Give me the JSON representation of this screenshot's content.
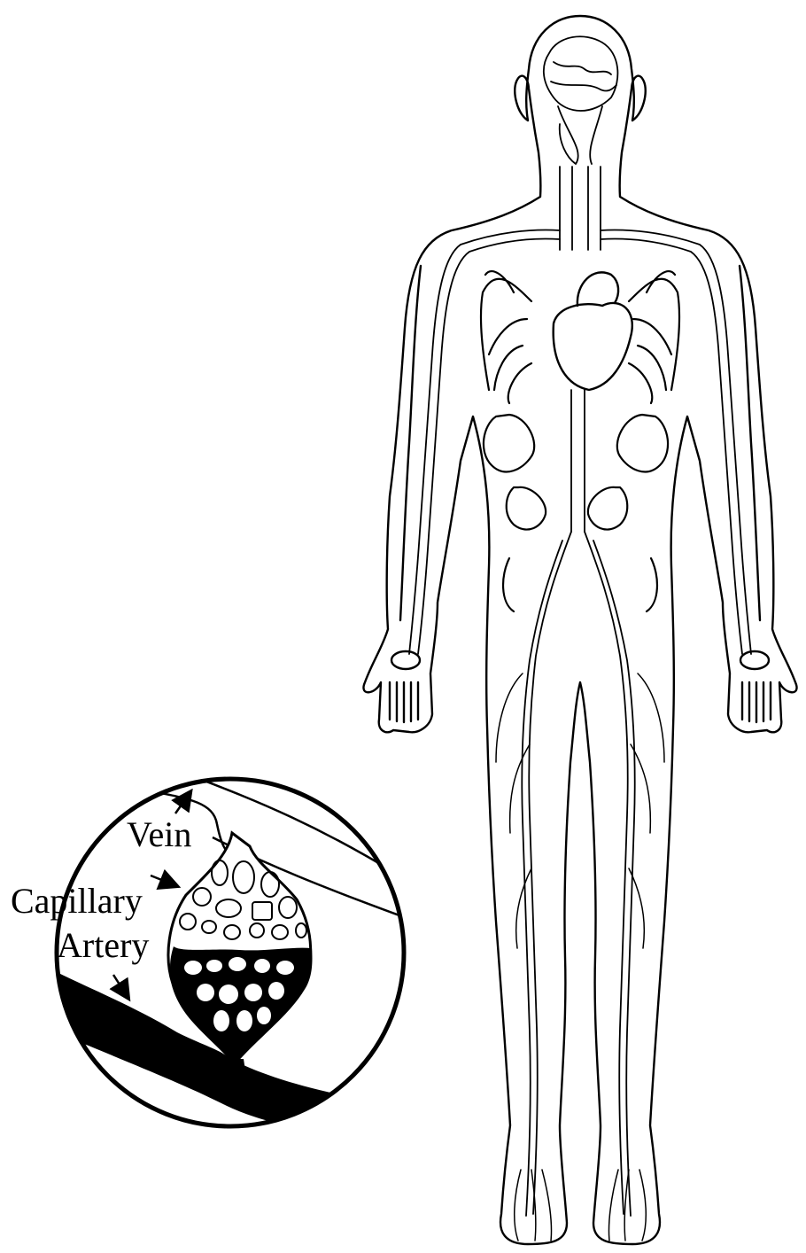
{
  "labels": {
    "vein": "Vein",
    "capillary": "Capillary",
    "artery": "Artery"
  },
  "colors": {
    "ink": "#000000",
    "paper": "#ffffff"
  }
}
